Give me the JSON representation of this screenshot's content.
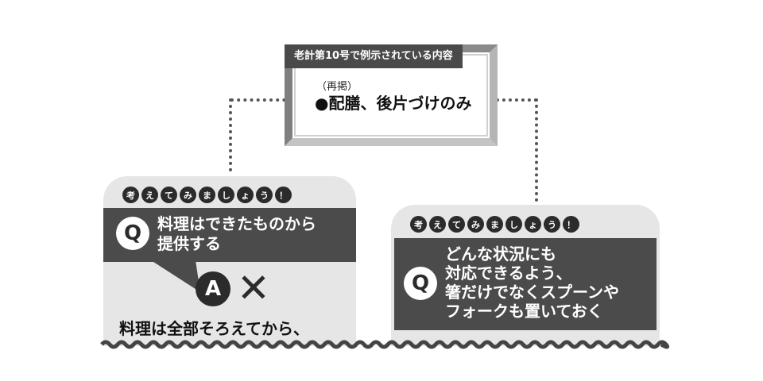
{
  "top_box": {
    "label": "老計第10号で例示されている内容",
    "note": "（再掲）",
    "item": "●配膳、後片づけのみ"
  },
  "left_card": {
    "prompt_chars": [
      "考",
      "え",
      "て",
      "み",
      "ま",
      "し",
      "ょ",
      "う",
      "！"
    ],
    "q_mark": "Q",
    "question_line1": "料理はできたものから",
    "question_line2": "提供する",
    "a_mark": "A",
    "answer_mark": "✕",
    "answer_text": "料理は全部そろえてから、"
  },
  "right_card": {
    "prompt_chars": [
      "考",
      "え",
      "て",
      "み",
      "ま",
      "し",
      "ょ",
      "う",
      "！"
    ],
    "q_mark": "Q",
    "question_line1": "どんな状況にも",
    "question_line2": "対応できるよう、",
    "question_line3": "箸だけでなくスプーンや",
    "question_line4": "フォークも置いておく"
  },
  "colors": {
    "card_bg": "#e6e6e6",
    "dark_band": "#4b4b4b",
    "frame": "#9a9a9a"
  }
}
